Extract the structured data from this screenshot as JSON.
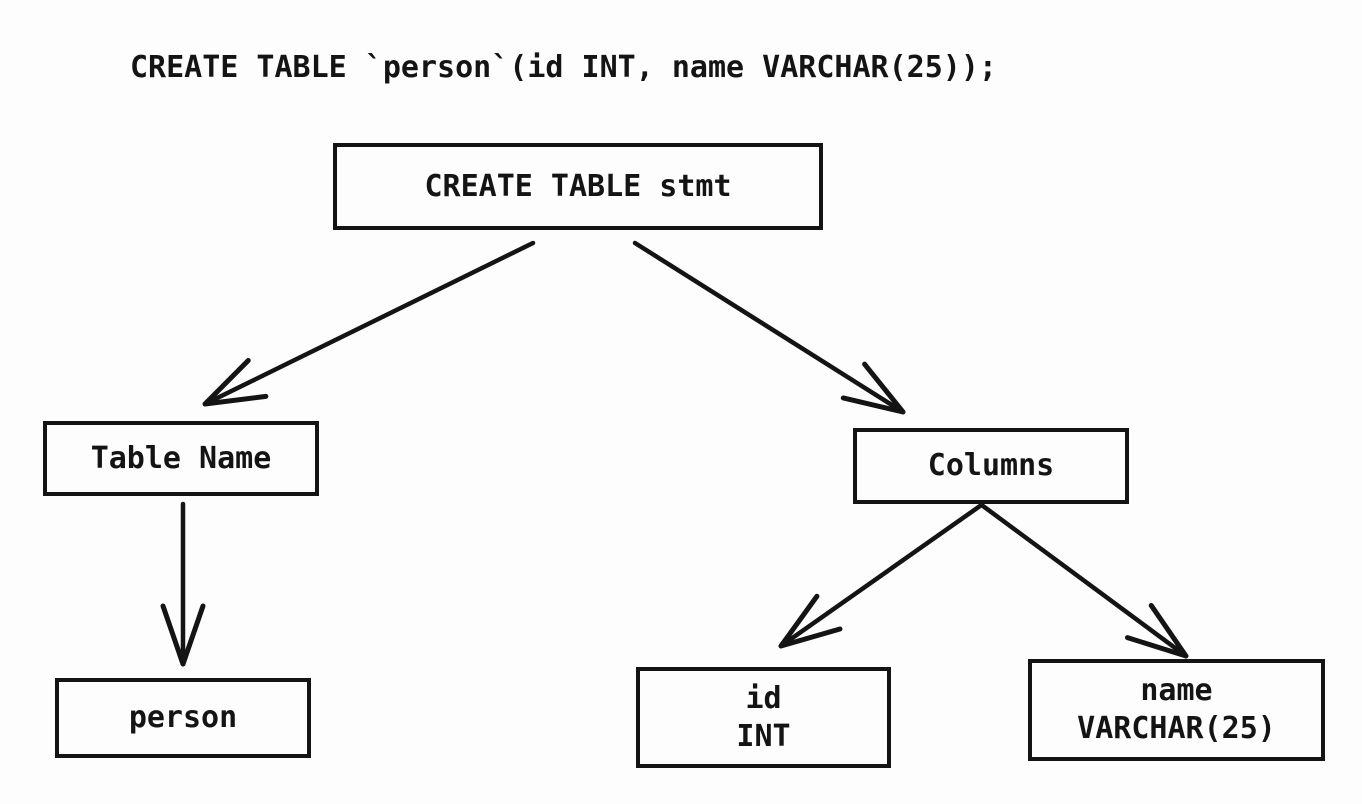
{
  "diagram": {
    "statement": "CREATE TABLE `person`(id INT, name VARCHAR(25));",
    "nodes": {
      "root": {
        "label": "CREATE TABLE stmt"
      },
      "table_name": {
        "label": "Table Name"
      },
      "columns": {
        "label": "Columns"
      },
      "person": {
        "label": "person"
      },
      "id_col": {
        "line1": "id",
        "line2": "INT"
      },
      "name_col": {
        "line1": "name",
        "line2": "VARCHAR(25)"
      }
    },
    "edges": [
      {
        "from": "CREATE TABLE stmt",
        "to": "Table Name"
      },
      {
        "from": "CREATE TABLE stmt",
        "to": "Columns"
      },
      {
        "from": "Table Name",
        "to": "person"
      },
      {
        "from": "Columns",
        "to": "id INT"
      },
      {
        "from": "Columns",
        "to": "name VARCHAR(25)"
      }
    ],
    "colors": {
      "stroke": "#141414",
      "background": "#fdfdfd"
    }
  }
}
